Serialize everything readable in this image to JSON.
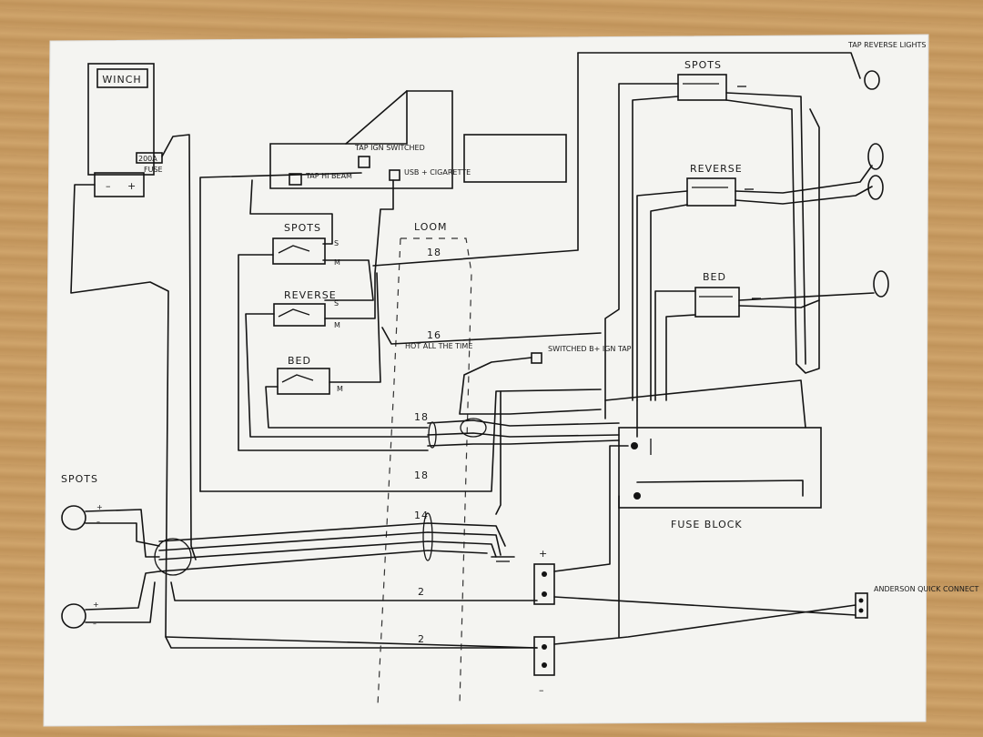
{
  "labels": {
    "winch": "WINCH",
    "fuse_200a": "200A",
    "fuse": "FUSE",
    "battery_neg": "–",
    "battery_pos": "+",
    "tap_switched": "TAP IGN SWITCHED",
    "tap_hi_beam": "TAP HI BEAM",
    "usb_cigarette": "USB + CIGARETTE",
    "loom": "LOOM",
    "sw_spots": "SPOTS",
    "sw_reverse": "REVERSE",
    "sw_bed": "BED",
    "s": "S",
    "m": "M",
    "hot_all_the_time": "HOT ALL THE TIME",
    "switched_b_ign_tap": "SWITCHED B+ IGN TAP",
    "spots_lights": "SPOTS",
    "fuse_block": "FUSE BLOCK",
    "relay_spots": "SPOTS",
    "relay_reverse": "REVERSE",
    "relay_bed": "BED",
    "tap_reverse_lights": "TAP REVERSE LIGHTS",
    "anderson": "ANDERSON QUICK CONNECT",
    "plus": "+",
    "minus": "–"
  },
  "gauges": {
    "g18a": "18",
    "g16": "16",
    "g18b": "18",
    "g18c": "18",
    "g14": "14",
    "g2a": "2",
    "g2b": "2"
  }
}
